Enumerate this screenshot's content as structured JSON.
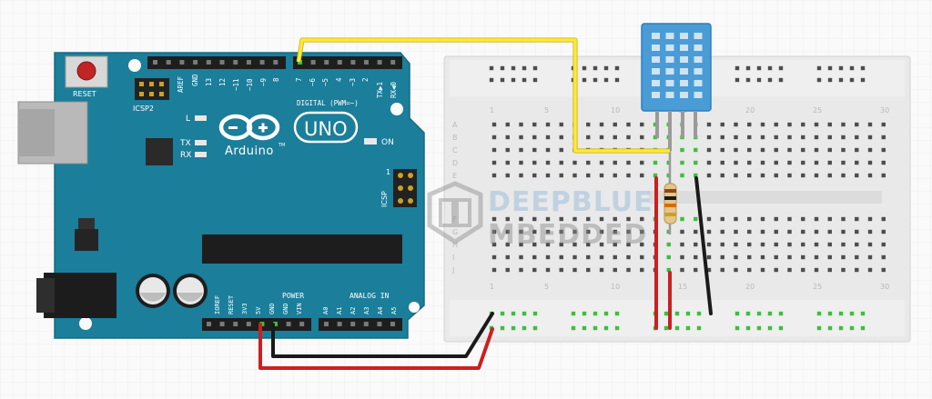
{
  "board": {
    "reset_label": "RESET",
    "icsp2_label": "ICSP2",
    "led_l": "L",
    "led_tx": "TX",
    "led_rx": "RX",
    "on_label": "ON",
    "brand": "Arduino",
    "tm": "TM",
    "model": "UNO",
    "digital_label": "DIGITAL (PWM=~)",
    "icsp_label": "ICSP",
    "icsp_pin1": "1",
    "power_label": "POWER",
    "analog_label": "ANALOG IN",
    "top_header_labels": [
      "AREF",
      "GND",
      "13",
      "12",
      "~11",
      "~10",
      "~9",
      "8",
      "7",
      "~6",
      "~5",
      "4",
      "~3",
      "2",
      "TX▶1",
      "RX◀0"
    ],
    "bottom_power_labels": [
      "IOREF",
      "RESET",
      "3V3",
      "5V",
      "GND",
      "GND",
      "VIN"
    ],
    "bottom_analog_labels": [
      "A0",
      "A1",
      "A2",
      "A3",
      "A4",
      "A5"
    ]
  },
  "breadboard": {
    "column_numbers": [
      "1",
      "5",
      "10",
      "15",
      "20",
      "25",
      "30"
    ],
    "row_labels_top": [
      "A",
      "B",
      "C",
      "D",
      "E"
    ],
    "row_labels_bottom": [
      "F",
      "G",
      "H",
      "I",
      "J"
    ]
  },
  "watermark": {
    "line1": "DEEPBLUE",
    "line2": "MBEDDED"
  },
  "colors": {
    "board_blue": "#1b7e9a",
    "sensor_blue": "#4a9cd6",
    "wire_yellow": "#ffe838",
    "wire_red": "#cc1f1f",
    "wire_black": "#1a1a1a",
    "green_hole": "#3cbf3c"
  }
}
